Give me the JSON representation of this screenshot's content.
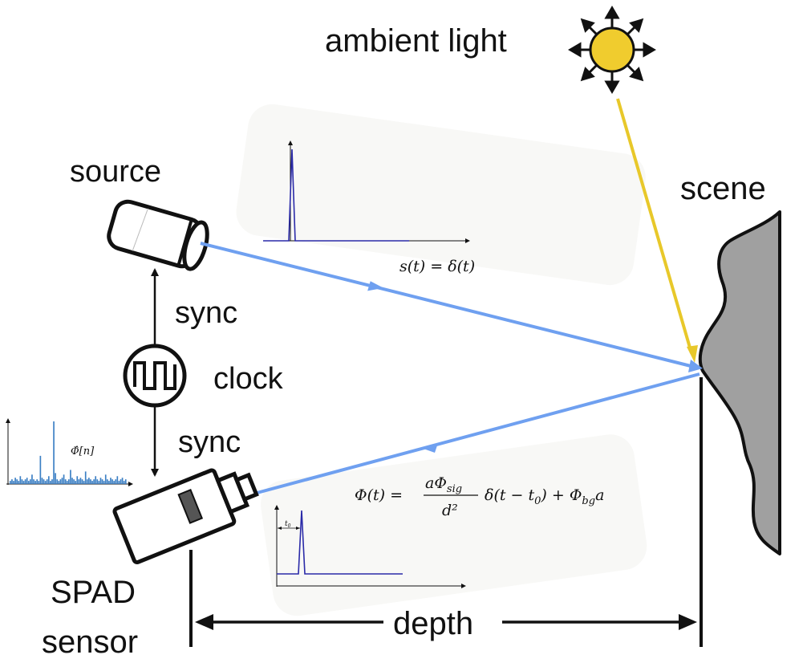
{
  "labels": {
    "ambient_light": "ambient light",
    "source": "source",
    "scene": "scene",
    "sync_top": "sync",
    "clock": "clock",
    "sync_bottom": "sync",
    "spad_line1": "SPAD",
    "spad_line2": "sensor",
    "depth": "depth"
  },
  "equations": {
    "source_pulse": "s(t) = δ(t)",
    "histogram": "Φ̂[n]",
    "photon_flux_lhs": "Φ(t) =",
    "photon_flux_num": "aΦ",
    "photon_flux_num_sub": "sig",
    "photon_flux_den": "d²",
    "photon_flux_rhs": "δ(t − t",
    "photon_flux_rhs_sub": "0",
    "photon_flux_rhs_tail": ") + Φ",
    "photon_flux_bg_sub": "bg",
    "photon_flux_end": "a",
    "delay_label": "t",
    "delay_label_sub": "0"
  },
  "colors": {
    "light_path": "#6fa0f0",
    "ambient_ray": "#e8c82a",
    "sun": "#f0cc2e",
    "scene_fill": "#a0a0a0",
    "histogram": "#3b7fc4",
    "pulse": "#2a2aa8"
  },
  "histogram_bins": [
    2,
    3,
    2,
    4,
    3,
    2,
    5,
    3,
    2,
    3,
    4,
    2,
    3,
    6,
    3,
    2,
    3,
    2,
    18,
    4,
    3,
    2,
    3,
    5,
    2,
    3,
    40,
    7,
    3,
    2,
    3,
    4,
    6,
    3,
    2,
    3,
    9,
    4,
    3,
    2,
    5,
    3,
    4,
    3,
    2,
    8,
    3,
    4,
    3,
    2,
    3,
    5,
    3,
    2,
    4,
    3,
    2,
    6,
    3,
    2,
    4,
    3,
    2,
    3,
    5,
    2,
    3,
    4,
    2,
    3
  ]
}
